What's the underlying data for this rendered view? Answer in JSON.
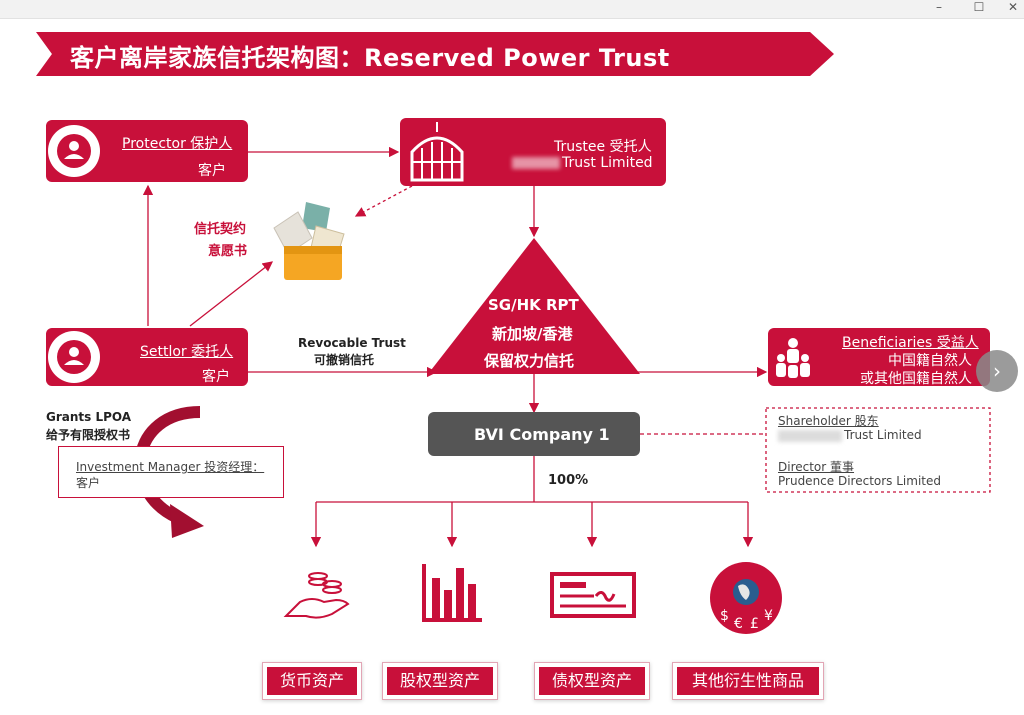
{
  "window": {
    "minimize": "–",
    "maximize": "☐",
    "close": "✕"
  },
  "title": "客户离岸家族信托架构图：Reserved Power Trust",
  "protector": {
    "name": "Protector 保护人",
    "role": "客户"
  },
  "trustee": {
    "name": "Trustee 受托人",
    "company": "Trust  Limited"
  },
  "settlor": {
    "name": "Settlor 委托人",
    "role": "客户"
  },
  "documents": {
    "line1": "信托契约",
    "line2": "意愿书"
  },
  "revocable": {
    "en": "Revocable Trust",
    "zh": "可撤销信托"
  },
  "rpt": {
    "line1": "SG/HK RPT",
    "line2": "新加坡/香港",
    "line3": "保留权力信托"
  },
  "beneficiaries": {
    "name": "Beneficiaries 受益人",
    "line1": "中国籍自然人",
    "line2": "或其他国籍自然人"
  },
  "bvi": {
    "name": "BVI Company 1",
    "pct": "100%"
  },
  "shareholder": {
    "label": "Shareholder 股东",
    "value": "Trust Limited"
  },
  "director": {
    "label": "Director 董事",
    "value": "Prudence Directors Limited"
  },
  "lpoa": {
    "en": "Grants LPOA",
    "zh": "给予有限授权书"
  },
  "investment": {
    "label": "Investment Manager 投资经理：",
    "value": "客户"
  },
  "assets": [
    {
      "label": "货币资产",
      "icon": "cash-hand-icon"
    },
    {
      "label": "股权型资产",
      "icon": "bar-chart-icon"
    },
    {
      "label": "债权型资产",
      "icon": "cheque-icon"
    },
    {
      "label": "其他衍生性商品",
      "icon": "currency-globe-icon"
    }
  ],
  "colors": {
    "brand": "#c8103a",
    "dark": "#555555"
  },
  "nav": {
    "next": "›"
  }
}
